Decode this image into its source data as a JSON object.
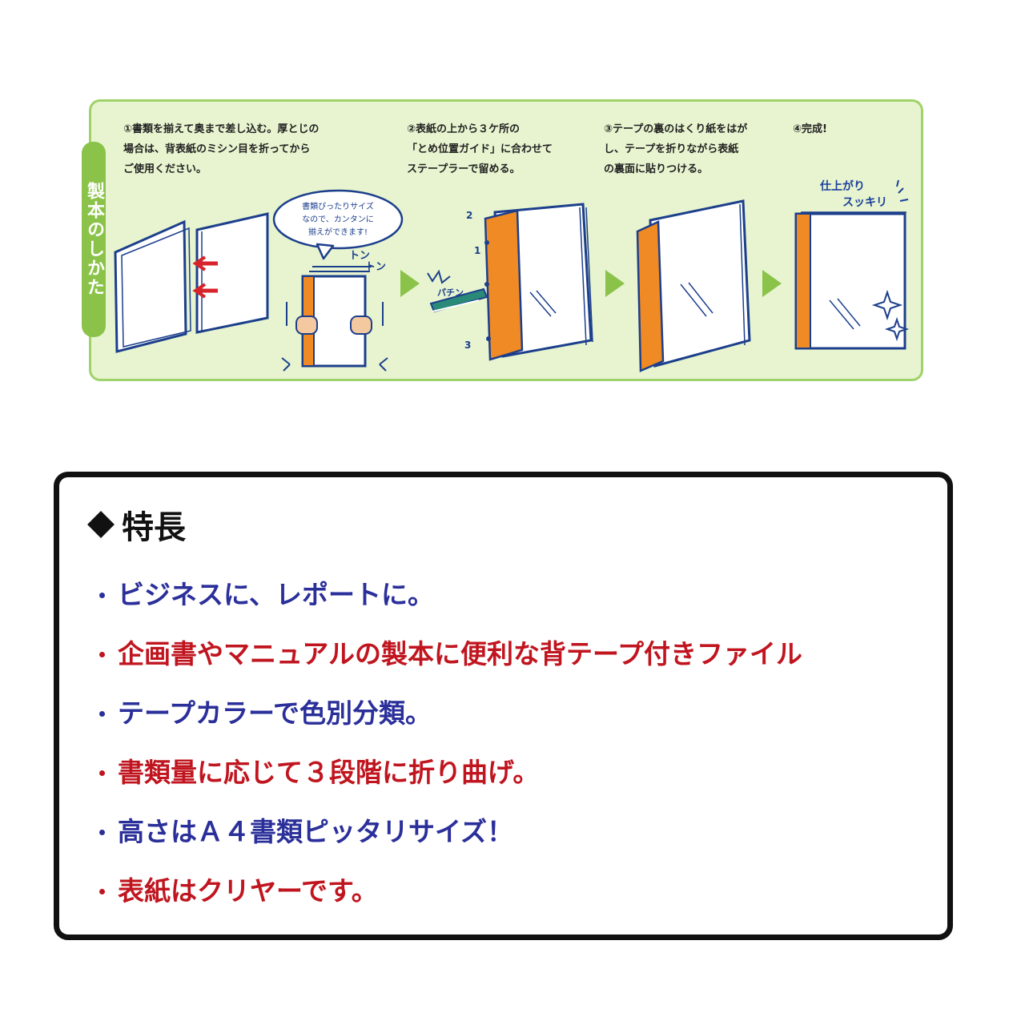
{
  "howto": {
    "tab_label": "製本のしかた",
    "steps": [
      {
        "text": "①書類を揃えて奥まで差し込む。厚とじの\n場合は、背表紙のミシン目を折ってから\nご使用ください。"
      },
      {
        "text": "②表紙の上から３ケ所の\n「とめ位置ガイド」に合わせて\nステープラーで留める。"
      },
      {
        "text": "③テープの裏のはくり紙をはが\nし、テープを折りながら表紙\nの裏面に貼りつける。"
      },
      {
        "text": "④完成!"
      }
    ],
    "bubble_lines": [
      "書類ぴったりサイズ",
      "なので、カンタンに",
      "揃えができます!"
    ],
    "tap_sound_1": "トン",
    "tap_sound_2": "トン",
    "staple_sound": "パチン",
    "guide_numbers": [
      "2",
      "1",
      "3"
    ],
    "finish_line_1": "仕上がり",
    "finish_line_2": "スッキリ",
    "colors": {
      "panel_bg": "#e7f4cf",
      "panel_border": "#9fd36a",
      "tab": "#8bc34a",
      "arrow": "#8bc34a",
      "cover_line": "#1c3f8c",
      "spine_tape": "#f08a24",
      "stapler": "#2a8a78",
      "hand": "#f5c9a0",
      "finish_text": "#1a3f9a"
    }
  },
  "features": {
    "title": "特長",
    "items": [
      {
        "text": "ビジネスに、レポートに。",
        "color": "#2a2f9a"
      },
      {
        "text": "企画書やマニュアルの製本に便利な背テープ付きファイル",
        "color": "#c0151f"
      },
      {
        "text": "テープカラーで色別分類。",
        "color": "#2a2f9a"
      },
      {
        "text": "書類量に応じて３段階に折り曲げ。",
        "color": "#c0151f"
      },
      {
        "text": "高さはＡ４書類ピッタリサイズ！",
        "color": "#2a2f9a"
      },
      {
        "text": "表紙はクリヤーです。",
        "color": "#c0151f"
      }
    ]
  }
}
